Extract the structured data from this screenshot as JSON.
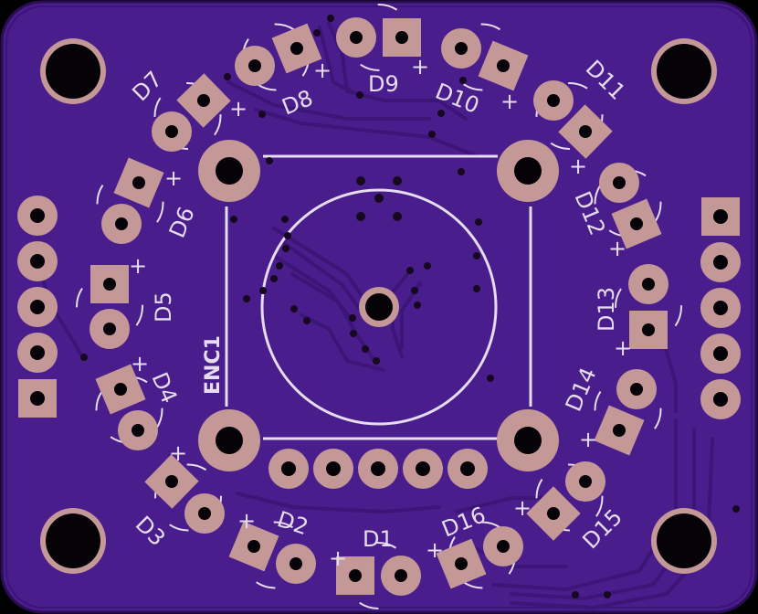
{
  "board": {
    "colors": {
      "background": "#000000",
      "board": "#4a1d8c",
      "trace": "#3e1578",
      "trace_edge": "#2e0f5e",
      "pad": "#c59898",
      "hole": "#050308",
      "silk": "#e6dcef",
      "via": "#15081f"
    },
    "encoder_label": "ENC1",
    "plus_sign": "+",
    "leds": [
      {
        "id": "D1",
        "label": "D1"
      },
      {
        "id": "D2",
        "label": "D2"
      },
      {
        "id": "D3",
        "label": "D3"
      },
      {
        "id": "D4",
        "label": "D4"
      },
      {
        "id": "D5",
        "label": "D5"
      },
      {
        "id": "D6",
        "label": "D6"
      },
      {
        "id": "D7",
        "label": "D7"
      },
      {
        "id": "D8",
        "label": "D8"
      },
      {
        "id": "D9",
        "label": "D9"
      },
      {
        "id": "D10",
        "label": "D10"
      },
      {
        "id": "D11",
        "label": "D11"
      },
      {
        "id": "D12",
        "label": "D12"
      },
      {
        "id": "D13",
        "label": "D13"
      },
      {
        "id": "D14",
        "label": "D14"
      },
      {
        "id": "D15",
        "label": "D15"
      },
      {
        "id": "D16",
        "label": "D16"
      }
    ]
  }
}
